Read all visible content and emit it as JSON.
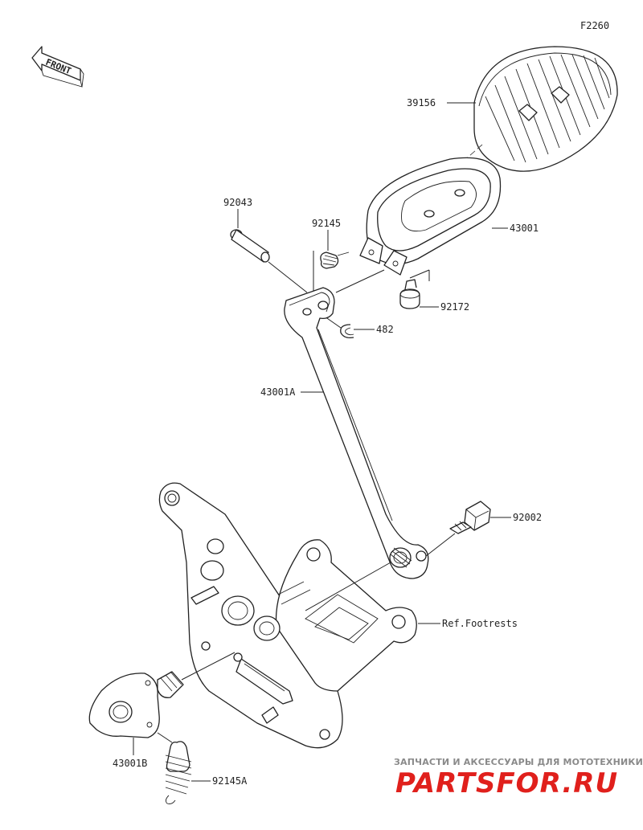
{
  "diagram_code": "F2260",
  "front_label": "FRONT",
  "parts": {
    "pedal_pad": "39156",
    "pedal": "43001",
    "pin": "92043",
    "spring_small": "92145",
    "bolt_small": "92172",
    "snap_ring": "482",
    "pedal_arm": "43001A",
    "bolt": "92002",
    "ref_footrests": "Ref.Footrests",
    "lever": "43001B",
    "spring_large": "92145A"
  },
  "watermark": {
    "top": "ЗАПЧАСТИ И АКСЕССУАРЫ ДЛЯ МОТОТЕХНИКИ",
    "main": "PARTSFOR.RU"
  }
}
